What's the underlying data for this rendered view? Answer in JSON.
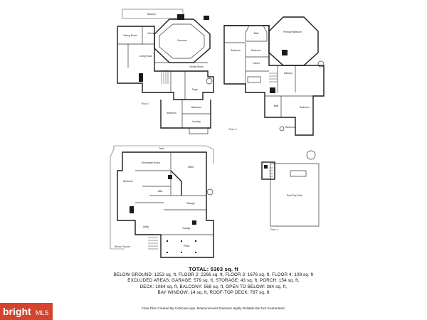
{
  "summary": {
    "total": "TOTAL: 5303 sq. ft",
    "lines": [
      "BELOW GROUND: 1253 sq. ft, FLOOR 2: 2266 sq. ft, FLOOR 3: 1676 sq. ft, FLOOR 4: 108 sq. ft",
      "EXCLUDED AREAS: GARAGE: 579 sq. ft, STORAGE: 43 sq. ft, PORCH: 154 sq. ft,",
      "DECK: 1084 sq. ft, BALCONY: 568 sq. ft, OPEN TO BELOW: 384 sq. ft,",
      "BAY WINDOW: 14 sq. ft, ROOF-TOP DECK: 787 sq. ft"
    ],
    "disclaimer": "Floor Plan Created By Cubicasa App. Measurements Deemed Highly Reliable But Not Guaranteed."
  },
  "watermark": {
    "text": "bright",
    "suffix": "MLS",
    "color": "#d4442c"
  },
  "floor_labels": [
    "Floor 2",
    "Floor 3",
    "Below Ground",
    "Floor 4"
  ],
  "rooms": {
    "f2": [
      "Balcony",
      "Dining Room",
      "Sunroom",
      "Kitchen",
      "Living Room",
      "Family Room",
      "Bedroom",
      "Bathroom",
      "Laundry",
      "Foyer"
    ],
    "f3": [
      "Primary Bedroom",
      "Bath",
      "Bedroom",
      "Bedroom",
      "Closet",
      "Balcony",
      "Bedroom",
      "Bath",
      "Bedroom"
    ],
    "bg": [
      "Deck",
      "Recreation Room",
      "Office",
      "Bedroom",
      "Bath",
      "Storage",
      "Utility",
      "Garage",
      "Porch"
    ],
    "f4": [
      "Roof-Top Deck"
    ]
  }
}
